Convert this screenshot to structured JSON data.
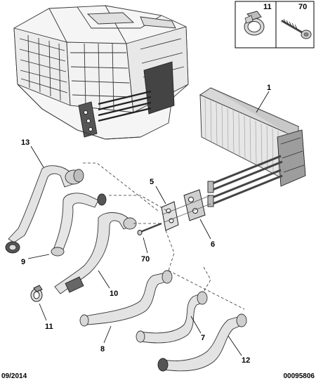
{
  "callouts": {
    "c1": "1",
    "c5": "5",
    "c6": "6",
    "c7": "7",
    "c8": "8",
    "c9": "9",
    "c10": "10",
    "c11": "11",
    "c12": "12",
    "c13": "13",
    "c70": "70"
  },
  "inset": {
    "left_label": "11",
    "right_label": "70"
  },
  "footer": {
    "date": "09/2014",
    "reference": "00095806"
  }
}
